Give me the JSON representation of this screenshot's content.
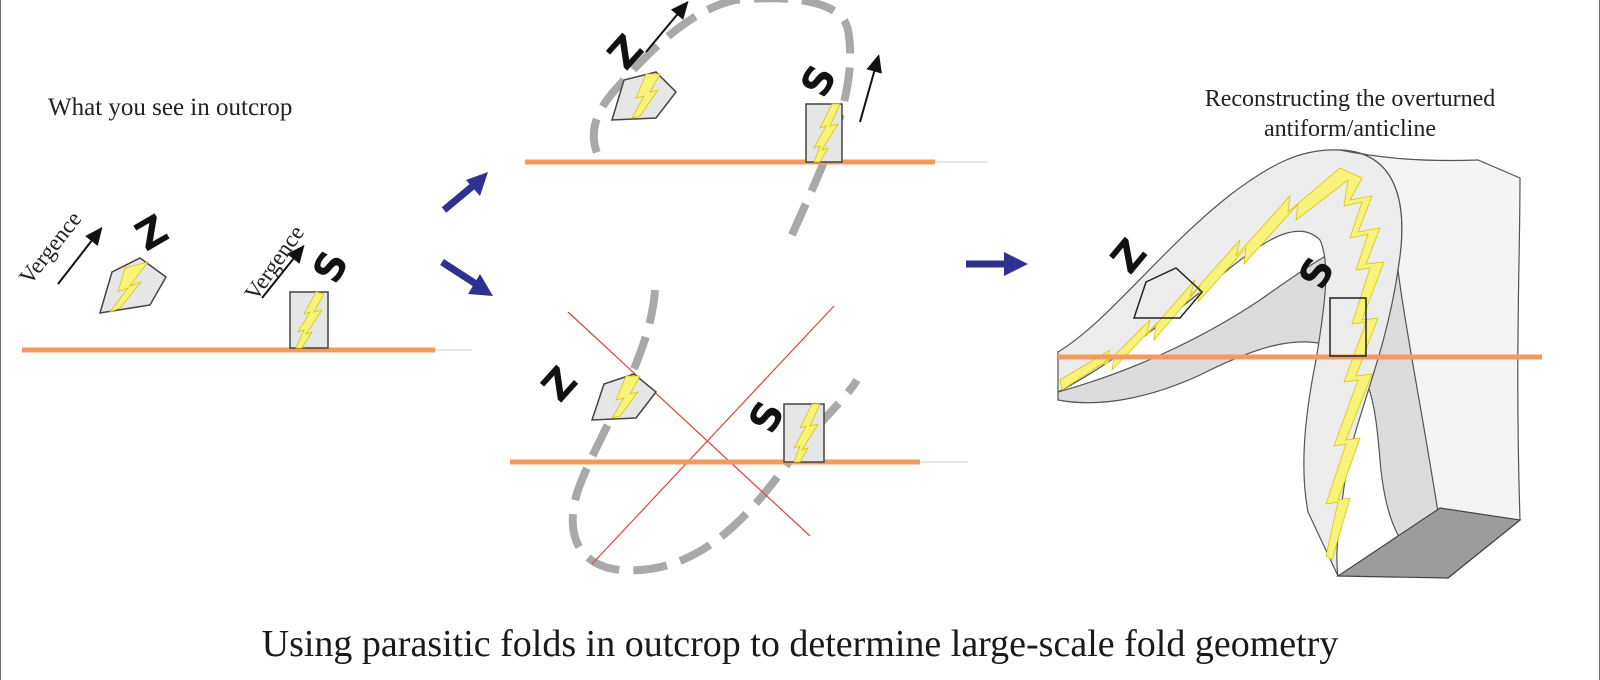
{
  "labels": {
    "outcrop_title": "What you see in outcrop",
    "reconstruct_title": "Reconstructing the overturned antiform/anticline",
    "caption": "Using parasitic folds in outcrop to determine large-scale fold geometry",
    "vergence": "Vergence",
    "z_fold": "Z",
    "s_fold": "S"
  },
  "colors": {
    "horizon": "#f39a5f",
    "fold_trace": "#a9a9a9",
    "arrow": "#2e3192",
    "fold_body": "#e6e6e6",
    "vein_yellow": "#f7f27a",
    "rejected_lines": "#e0443c"
  }
}
